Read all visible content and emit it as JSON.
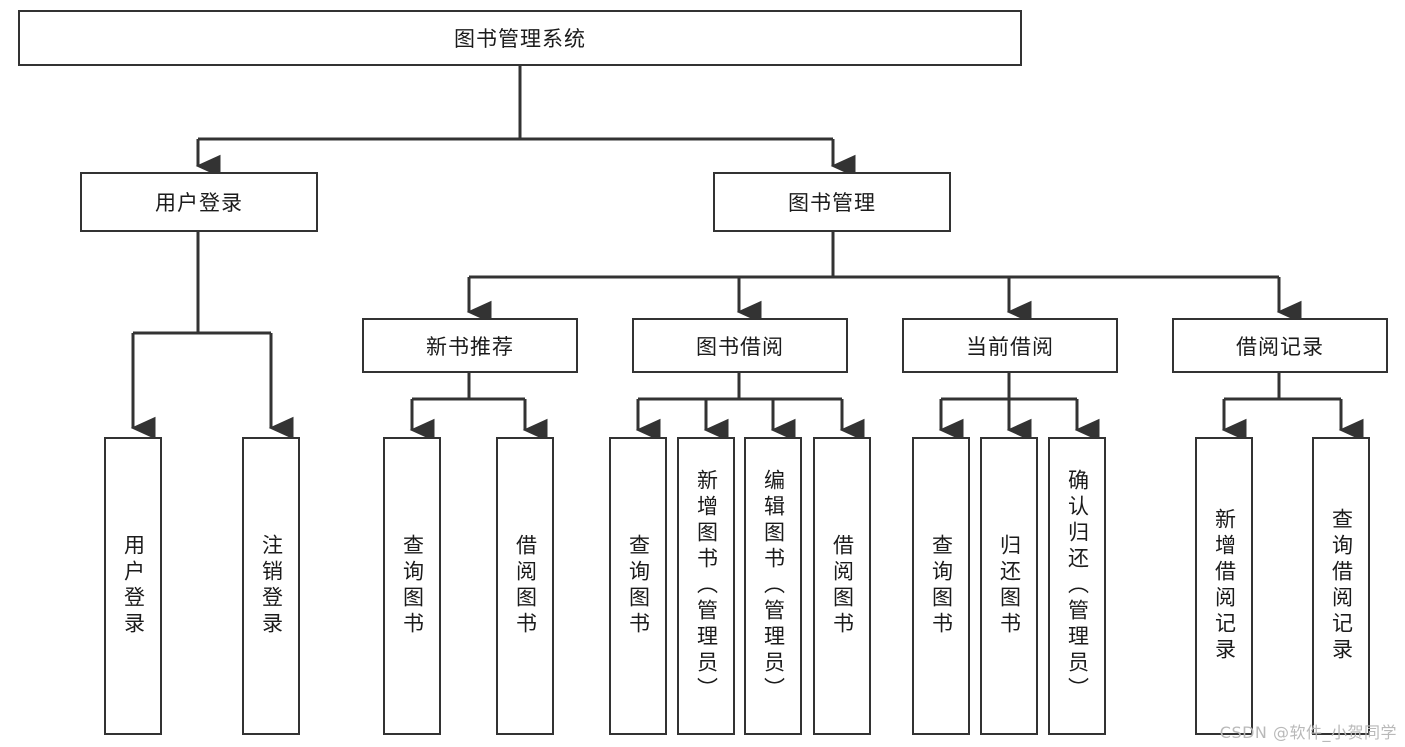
{
  "diagram": {
    "title": "图书管理系统",
    "type": "tree-hierarchy-chart",
    "stroke_color": "#333333",
    "fill_color": "#ffffff",
    "text_color": "#1b1b1b",
    "root": {
      "label": "图书管理系统"
    },
    "level2": [
      {
        "label": "用户登录"
      },
      {
        "label": "图书管理"
      }
    ],
    "level3": [
      {
        "label": "新书推荐"
      },
      {
        "label": "图书借阅"
      },
      {
        "label": "当前借阅"
      },
      {
        "label": "借阅记录"
      }
    ],
    "leaves": {
      "user_login": [
        {
          "label": "用户登录"
        },
        {
          "label": "注销登录"
        }
      ],
      "new_book_recommend": [
        {
          "label": "查询图书"
        },
        {
          "label": "借阅图书"
        }
      ],
      "book_borrow": [
        {
          "label": "查询图书"
        },
        {
          "label": "新增图书（管理员）"
        },
        {
          "label": "编辑图书（管理员）"
        },
        {
          "label": "借阅图书"
        }
      ],
      "current_borrow": [
        {
          "label": "查询图书"
        },
        {
          "label": "归还图书"
        },
        {
          "label": "确认归还（管理员）"
        }
      ],
      "borrow_record": [
        {
          "label": "新增借阅记录"
        },
        {
          "label": "查询借阅记录"
        }
      ]
    }
  },
  "watermark": {
    "text": "CSDN @软件_小贺同学"
  }
}
